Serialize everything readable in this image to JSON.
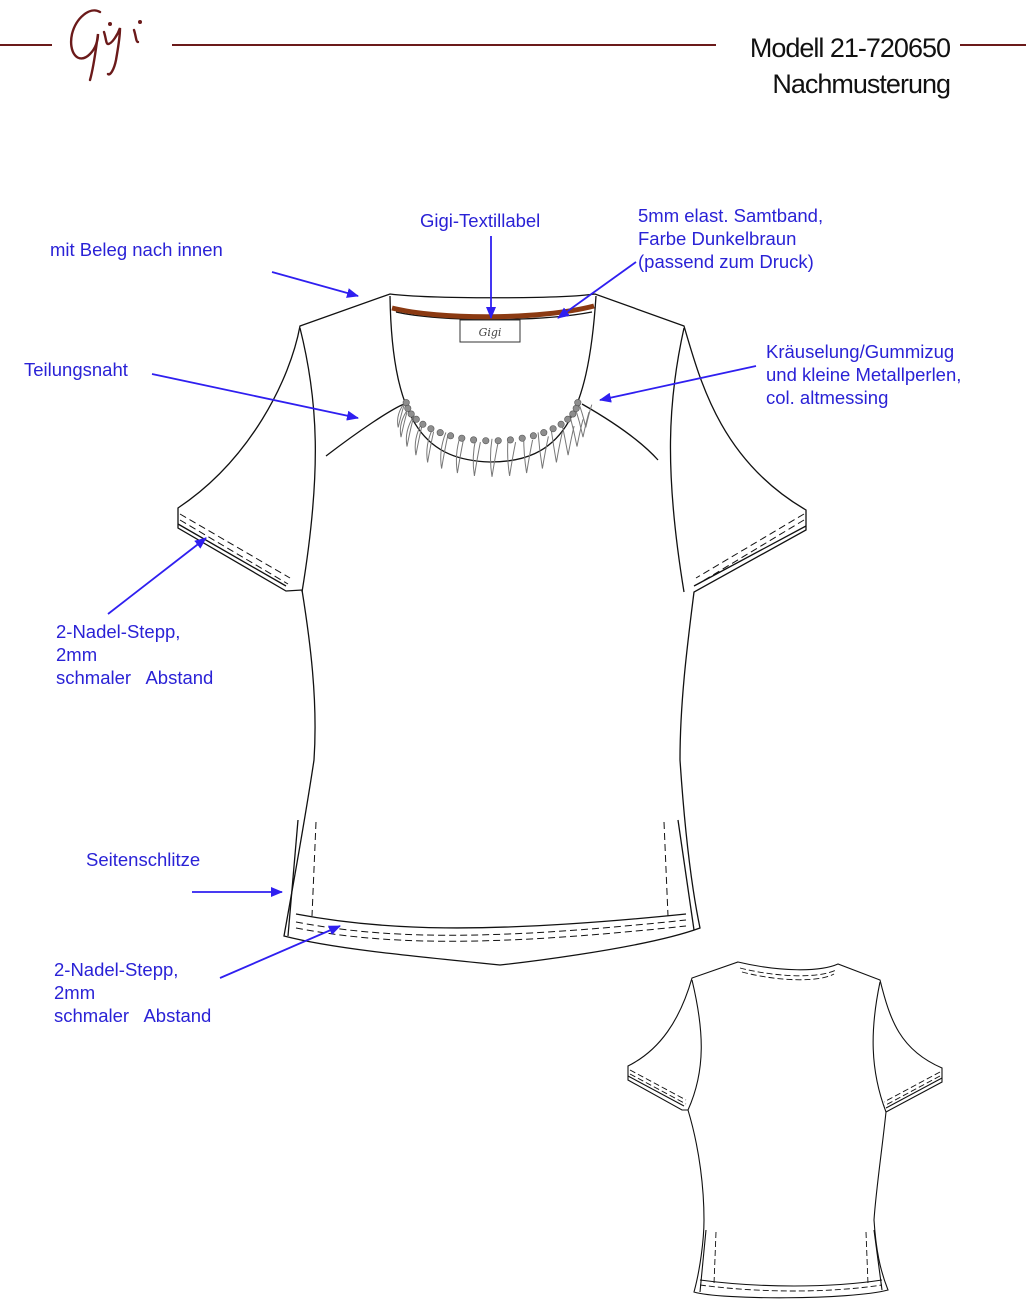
{
  "header": {
    "logo_text": "Gigi",
    "model": "Modell 21-720650",
    "subtitle": "Nachmusterung"
  },
  "label_tag_text": "Gigi",
  "annotations": {
    "beleg": "mit Beleg nach innen",
    "textillabel": "Gigi-Textillabel",
    "samtband": "5mm elast. Samtband,\nFarbe Dunkelbraun\n(passend zum Druck)",
    "teilungsnaht": "Teilungsnaht",
    "kraeuselung": "Kräuselung/Gummizug\nund kleine Metallperlen,\ncol. altmessing",
    "stepp_sleeve": "2-Nadel-Stepp,\n2mm\nschmaler   Abstand",
    "seitenschlitze": "Seitenschlitze",
    "stepp_hem": "2-Nadel-Stepp,\n2mm\nschmaler   Abstand"
  },
  "colors": {
    "brand": "#6b1a1a",
    "annotation": "#2a22d6",
    "arrow": "#2f1ff0",
    "velvet_band": "#8b3a12",
    "bead": "#8e8e8e",
    "line": "#111111"
  }
}
